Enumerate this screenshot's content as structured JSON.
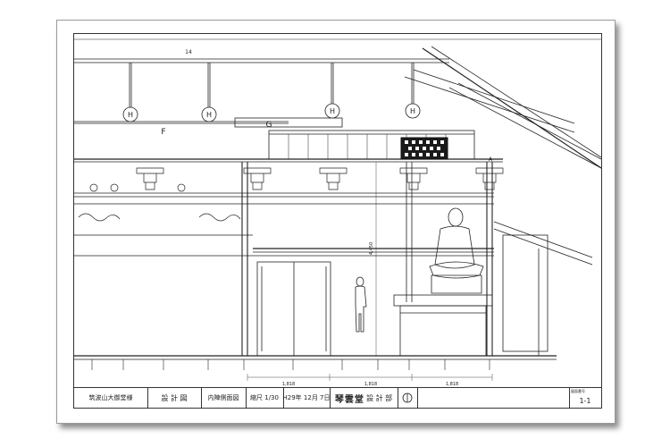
{
  "drawing": {
    "labels": {
      "beam_top": "14",
      "hanger": "H",
      "f_label": "F",
      "g_label": "G",
      "tag_a": "A",
      "height_dim": "4,450"
    },
    "dimensions": [
      "1,818",
      "1,818",
      "1,818"
    ]
  },
  "title_block": {
    "project": "筑波山大御堂様",
    "doc_type": "設 計 図",
    "drawing_name": "内陣側面図",
    "scale_label": "縮尺",
    "scale_value": "1/30",
    "date": "H29年 12月 7日",
    "firm_seal": "琴雲堂",
    "department": "設 計 部",
    "north_mark": "",
    "sheet_no_label": "図面番号",
    "sheet_no": "1-1"
  }
}
